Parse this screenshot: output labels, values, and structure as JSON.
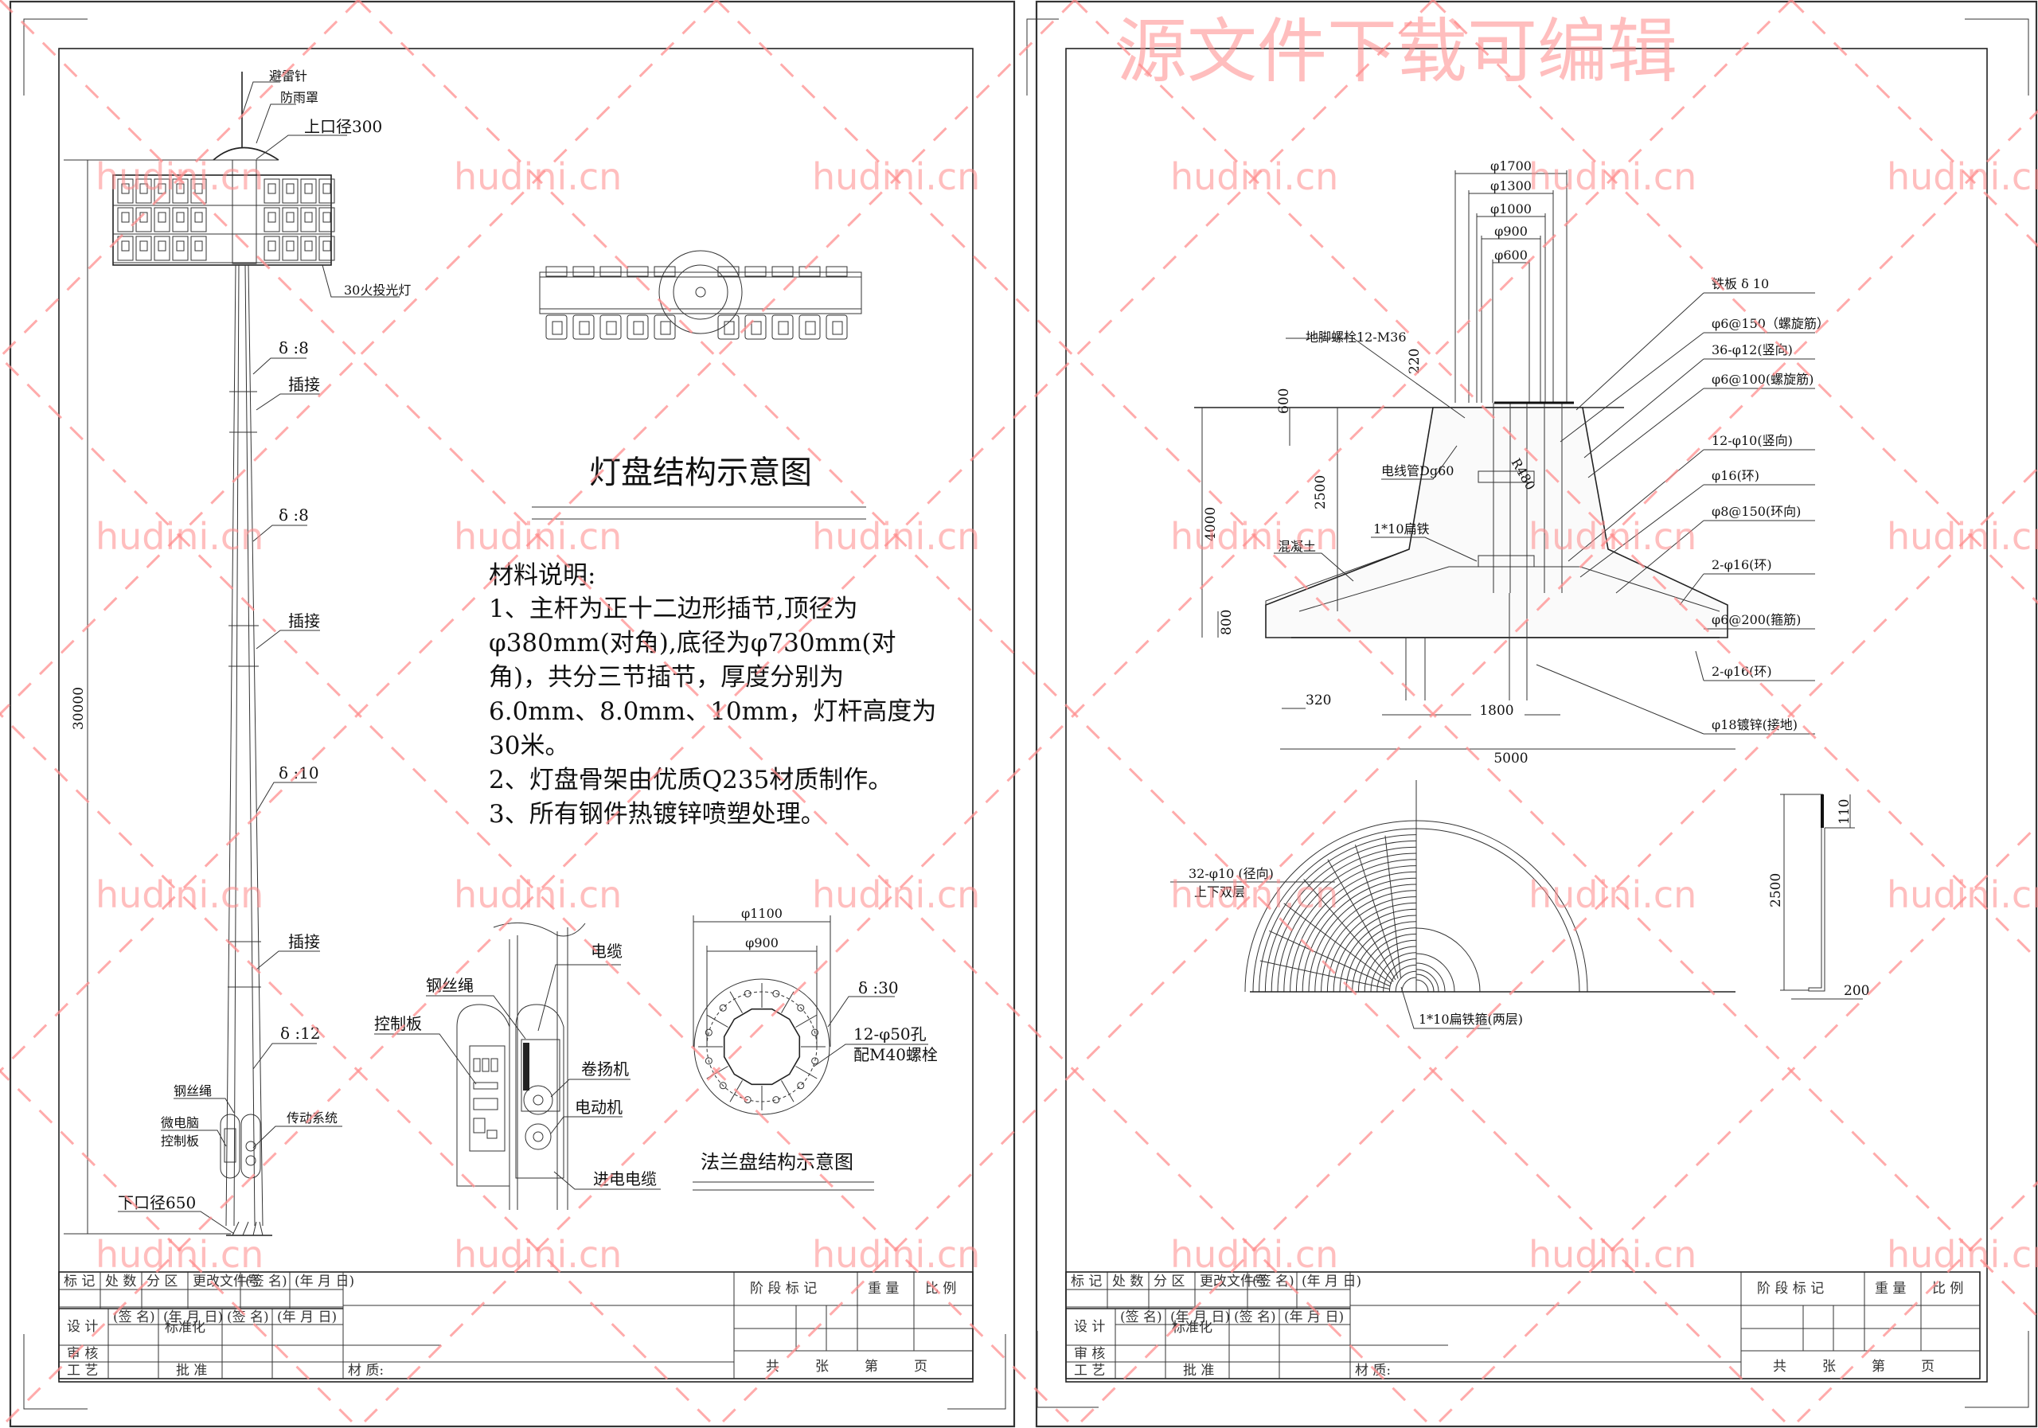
{
  "watermark": {
    "banner": "源文件下载可编辑",
    "site": "hudini.cn",
    "color": "#ff8a8a"
  },
  "left_sheet": {
    "pole": {
      "lightning_rod": "避雷针",
      "rain_cover": "防雨罩",
      "top_diameter": "上口径300",
      "floodlights": "30火投光灯",
      "height_dim": "30000",
      "thickness_1": "δ :8",
      "joint_1": "插接",
      "thickness_2": "δ :8",
      "joint_2": "插接",
      "thickness_3": "δ :10",
      "joint_3": "插接",
      "thickness_4": "δ :12",
      "wire_rope": "钢丝绳",
      "micro_ctrl_1": "微电脑",
      "micro_ctrl_2": "控制板",
      "drive_system": "传动系统",
      "bottom_diameter": "下口径650"
    },
    "lamp_panel_title": "灯盘结构示意图",
    "notes": {
      "heading": "材料说明:",
      "lines": [
        "1、主杆为正十二边形插节,顶径为",
        "φ380mm(对角),底径为φ730mm(对",
        "角)，共分三节插节，厚度分别为",
        "6.0mm、8.0mm、10mm，灯杆高度为",
        "30米。",
        "2、灯盘骨架由优质Q235材质制作。",
        "3、所有钢件热镀锌喷塑处理。"
      ]
    },
    "winch_detail": {
      "cable": "电缆",
      "wire_rope": "钢丝绳",
      "control_board": "控制板",
      "winch": "卷扬机",
      "motor": "电动机",
      "incoming_cable": "进电电缆"
    },
    "flange": {
      "outer_dia": "φ1100",
      "bolt_circle": "φ900",
      "thickness": "δ :30",
      "holes_1": "12-φ50孔",
      "holes_2": "配M40螺栓",
      "title": "法兰盘结构示意图"
    }
  },
  "right_sheet": {
    "foundation": {
      "dims_top": [
        "φ1700",
        "φ1300",
        "φ1000",
        "φ900",
        "φ600"
      ],
      "anchor_bolts": "地脚螺栓12-M36",
      "dim_220": "220",
      "dim_600": "600",
      "dim_2500": "2500",
      "dim_4000": "4000",
      "dim_800": "800",
      "dim_320": "320",
      "dim_1800": "1800",
      "dim_5000": "5000",
      "radius": "R480",
      "conduit": "电线管Dg60",
      "flat_iron": "1*10扁铁",
      "concrete": "混凝土",
      "callouts": [
        "铁板 δ 10",
        "φ6@150（螺旋筋）",
        "36-φ12(竖向)",
        "φ6@100(螺旋筋)",
        "12-φ10(竖向)",
        "φ16(环)",
        "φ8@150(环向)",
        "2-φ16(环)",
        "φ6@200(箍筋)",
        "2-φ16(环)",
        "φ18镀锌(接地)"
      ]
    },
    "plan": {
      "radial_bars_1": "32-φ10 (径向)",
      "radial_bars_2": "上下双层",
      "flat_iron_hoop": "1*10扁铁箍(两层)"
    },
    "bar_detail": {
      "dim_110": "110",
      "dim_2500": "2500",
      "dim_200": "200"
    }
  },
  "title_block": {
    "row1": [
      "标 记",
      "处 数",
      "分 区",
      "更改文件号",
      "(签 名)",
      "(年 月 日)"
    ],
    "design": "设 计",
    "sign": "(签 名)",
    "date": "(年 月 日)",
    "standardize": "标准化",
    "review": "审 核",
    "process": "工 艺",
    "approve": "批 准",
    "material": "材 质:",
    "stage": "阶 段 标 记",
    "weight": "重 量",
    "scale": "比 例",
    "sheets": [
      "共",
      "张",
      "第",
      "页"
    ]
  }
}
